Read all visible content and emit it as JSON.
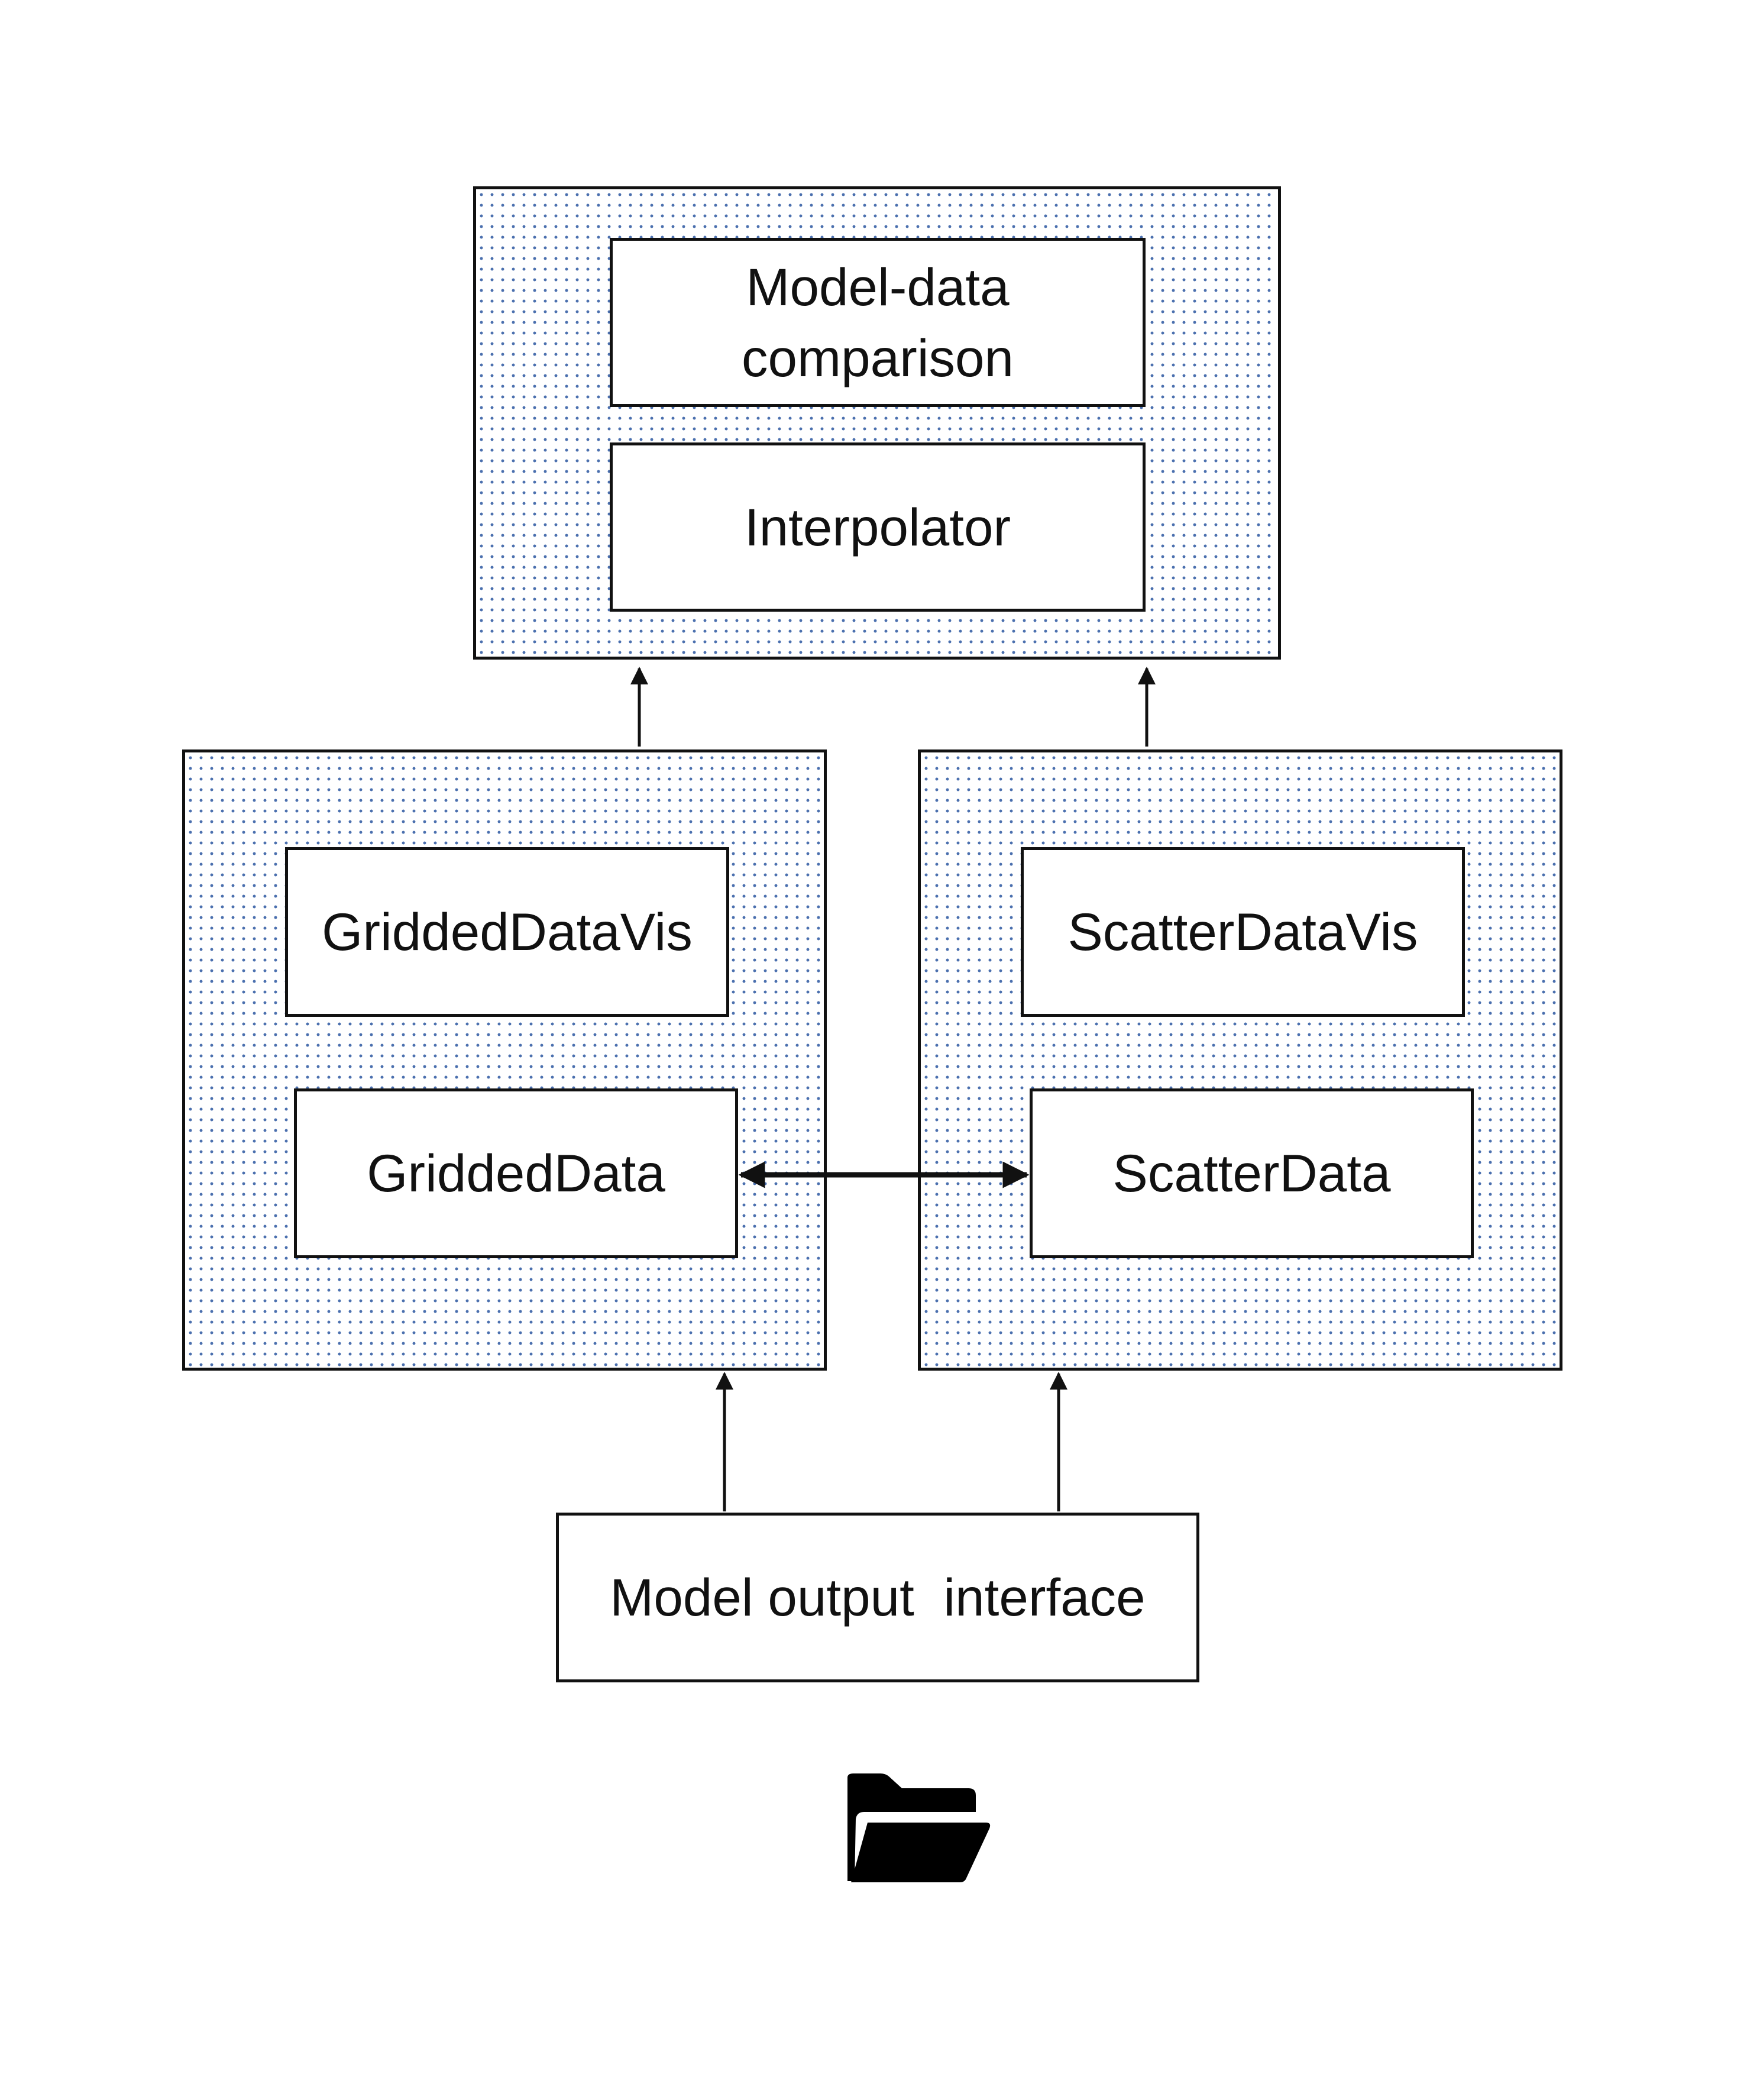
{
  "diagram": {
    "top_group": {
      "model_data_comparison": "Model-data\ncomparison",
      "interpolator": "Interpolator"
    },
    "left_group": {
      "gridded_data_vis": "GriddedDataVis",
      "gridded_data": "GriddedData"
    },
    "right_group": {
      "scatter_data_vis": "ScatterDataVis",
      "scatter_data": "ScatterData"
    },
    "model_output_interface": "Model output  interface",
    "folder_icon": "folder-open-icon"
  },
  "colors": {
    "stroke": "#111111",
    "dot_fill": "#4a6fae",
    "background": "#ffffff"
  }
}
